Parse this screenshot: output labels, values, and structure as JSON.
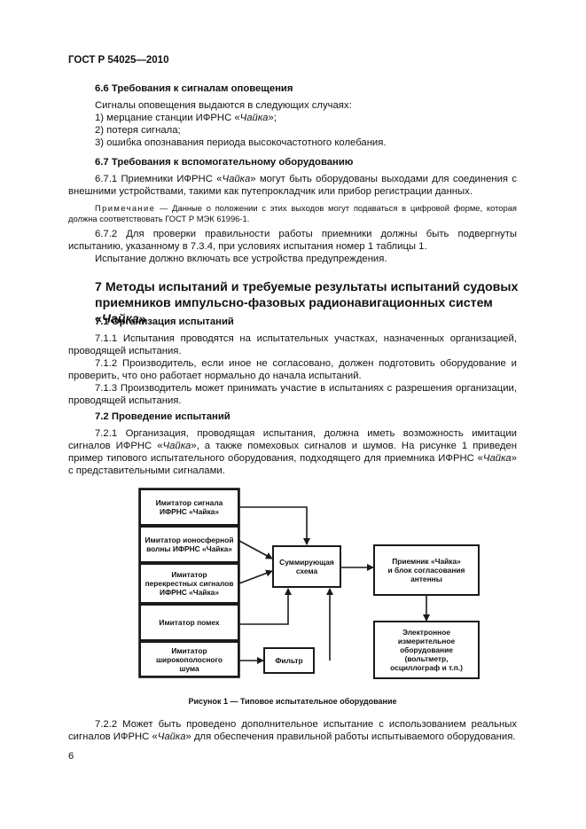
{
  "header": {
    "doc_code": "ГОСТ Р 54025—2010"
  },
  "s66": {
    "title": "6.6 Требования к сигналам оповещения",
    "intro": "Сигналы оповещения выдаются в следующих случаях:",
    "item1_a": "1) мерцание станции ИФРНС «",
    "item1_b": "Чайка",
    "item1_c": "»;",
    "item2": "2) потеря сигнала;",
    "item3": "3) ошибка опознавания периода высокочастотного колебания."
  },
  "s67": {
    "title": "6.7 Требования к вспомогательному оборудованию",
    "p1_a": "6.7.1 Приемники ИФРНС «",
    "p1_b": "Чайка",
    "p1_c": "» могут быть оборудованы выходами для соединения с внешними устройствами, такими как путепрокладчик или прибор регистрации данных.",
    "note_label": "Примечание",
    "note_text": " — Данные о положении с этих выходов могут подаваться в цифровой форме, которая должна соответствовать ГОСТ Р МЭК 61996-1.",
    "p2": "6.7.2 Для проверки правильности работы приемники должны быть подвергнуты испытанию, указанному в 7.3.4, при условиях испытания номер 1 таблицы 1.",
    "p3": "Испытание должно включать все устройства предупреждения."
  },
  "s7": {
    "title_a": "7 Методы испытаний и требуемые результаты испытаний судовых приемников импульсно-фазовых радионавигационных систем «",
    "title_b": "Чайка",
    "title_c": "»",
    "s71_title": "7.1 Организация испытаний",
    "p711": "7.1.1 Испытания проводятся на испытательных участках, назначенных организацией, проводящей испытания.",
    "p712": "7.1.2 Производитель, если иное не согласовано, должен подготовить оборудование и проверить, что оно работает нормально до начала испытаний.",
    "p713": "7.1.3 Производитель может принимать участие в испытаниях с разрешения организации, проводящей испытания.",
    "s72_title": "7.2 Проведение испытаний",
    "p721_a": "7.2.1 Организация, проводящая испытания, должна иметь возможность имитации сигналов ИФРНС «",
    "p721_b": "Чайка",
    "p721_c": "», а также помеховых сигналов и шумов. На рисунке 1 приведен пример типового испытательного оборудования, подходящего для приемника ИФРНС «",
    "p721_d": "Чайка",
    "p721_e": "» с представительными сигналами.",
    "p722_a": "7.2.2 Может быть проведено дополнительное испытание с использованием реальных сигналов ИФРНС «",
    "p722_b": "Чайка",
    "p722_c": "» для обеспечения правильной работы испытываемого оборудования."
  },
  "figure": {
    "box_sim_signal": [
      "Имитатор сигнала",
      "ИФРНС «Чайка»"
    ],
    "box_iono": [
      "Имитатор ионосферной",
      "волны ИФРНС «Чайка»"
    ],
    "box_cross": [
      "Имитатор",
      "перекрестных сигналов",
      "ИФРНС «Чайка»"
    ],
    "box_noise_sim": [
      "Имитатор помех"
    ],
    "box_wideband": [
      "Имитатор",
      "широкополосного",
      "шума"
    ],
    "box_summing": [
      "Суммирующая",
      "схема"
    ],
    "box_filter": [
      "Фильтр"
    ],
    "box_receiver": [
      "Приемник «Чайка»",
      "и блок согласования",
      "антенны"
    ],
    "box_measure": [
      "Электронное",
      "измерительное",
      "оборудование",
      "(вольтметр,",
      "осциллограф и т.п.)"
    ],
    "caption": "Рисунок 1 — Типовое испытательное оборудование"
  },
  "footer": {
    "page_number": "6"
  }
}
